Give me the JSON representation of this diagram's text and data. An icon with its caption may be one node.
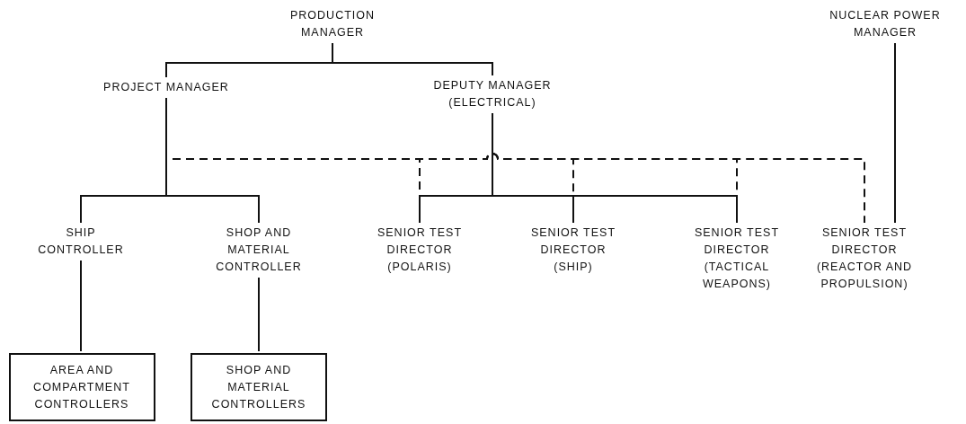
{
  "diagram": {
    "nodes": [
      {
        "text": [
          "PRODUCTION MANAGER"
        ]
      },
      {
        "text": [
          "NUCLEAR POWER MANAGER"
        ]
      },
      {
        "text": [
          "PROJECT MANAGER"
        ]
      },
      {
        "text": [
          "DEPUTY MANAGER (ELECTRICAL)"
        ]
      },
      {
        "text": [
          "SHIP CONTROLLER"
        ]
      },
      {
        "text": [
          "SHOP AND MATERIAL CONTROLLER"
        ]
      },
      {
        "text": [
          "SENIOR TEST DIRECTOR (POLARIS)"
        ]
      },
      {
        "text": [
          "SENIOR TEST DIRECTOR (SHIP)"
        ]
      },
      {
        "text": [
          "SENIOR TEST DIRECTOR (TACTICAL WEAPONS)"
        ]
      },
      {
        "text": [
          "SENIOR TEST DIRECTOR (REACTOR AND PROPULSION)"
        ]
      },
      {
        "text": [
          "AREA AND COMPARTMENT CONTROLLERS"
        ]
      },
      {
        "text": [
          "SHOP AND MATERIAL CONTROLLERS"
        ]
      }
    ],
    "edges": [
      {
        "from": 2,
        "to": 6,
        "arrow": "none",
        "style": "dashed"
      },
      {
        "from": 2,
        "to": 7,
        "arrow": "none",
        "style": "dashed"
      },
      {
        "from": 2,
        "to": 8,
        "arrow": "none",
        "style": "dashed"
      },
      {
        "from": 2,
        "to": 9,
        "arrow": "none",
        "style": "dashed"
      },
      {
        "from": 0,
        "to": 2,
        "arrow": "none"
      },
      {
        "from": 0,
        "to": 3,
        "arrow": "none"
      },
      {
        "from": 2,
        "to": 4,
        "arrow": "none"
      },
      {
        "from": 2,
        "to": 5,
        "arrow": "none"
      },
      {
        "from": 3,
        "to": 6,
        "arrow": "none"
      },
      {
        "from": 3,
        "to": 7,
        "arrow": "none"
      },
      {
        "from": 3,
        "to": 8,
        "arrow": "none"
      },
      {
        "from": 1,
        "to": 9,
        "arrow": "none"
      },
      {
        "from": 4,
        "to": 10,
        "arrow": "none"
      },
      {
        "from": 5,
        "to": 11,
        "arrow": "none"
      }
    ]
  }
}
